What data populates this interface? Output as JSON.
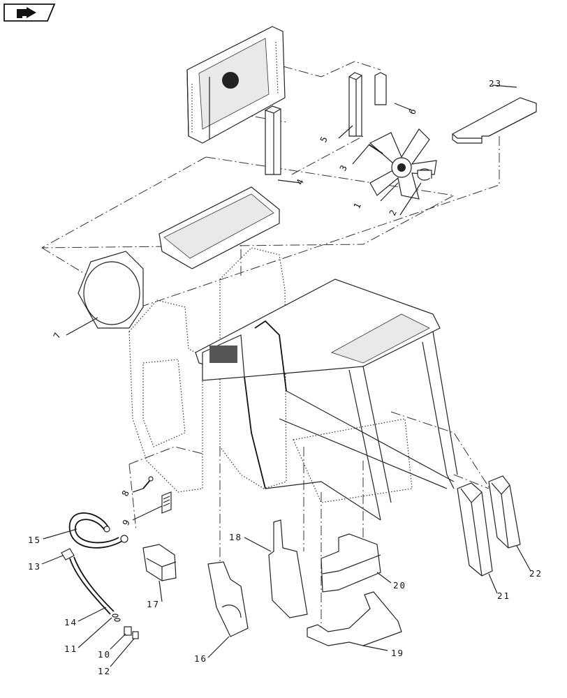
{
  "nav": {
    "icon": "next-page-arrow-icon"
  },
  "callouts": {
    "c1": "1",
    "c2": "2",
    "c3": "3",
    "c4": "4",
    "c5": "5",
    "c6": "6",
    "c7": "7",
    "c8": "8",
    "c9": "9",
    "c10": "10",
    "c11": "11",
    "c12": "12",
    "c13": "13",
    "c14": "14",
    "c15": "15",
    "c16": "16",
    "c17": "17",
    "c18": "18",
    "c19": "19",
    "c20": "20",
    "c21": "21",
    "c22": "22",
    "c23": "23"
  }
}
